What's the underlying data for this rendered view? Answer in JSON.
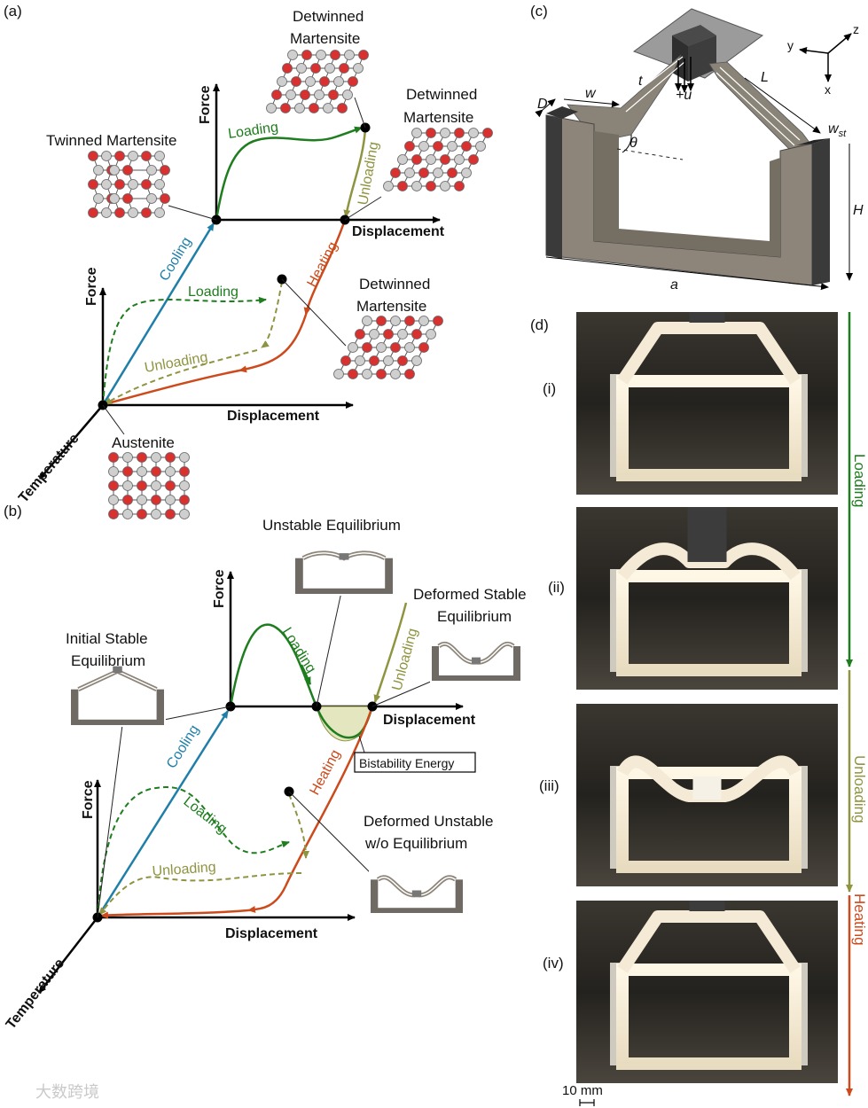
{
  "panels": {
    "a": "(a)",
    "b": "(b)",
    "c": "(c)",
    "d": "(d)"
  },
  "panel_a": {
    "axis_force_top": "Force",
    "axis_force_bottom": "Force",
    "axis_disp_top": "Displacement",
    "axis_disp_bottom": "Displacement",
    "axis_temperature": "Temperature",
    "loading_top": "Loading",
    "unloading_top": "Unloading",
    "loading_bottom": "Loading",
    "unloading_bottom": "Unloading",
    "cooling": "Cooling",
    "heating": "Heating",
    "twinned_martensite": "Twinned Martensite",
    "detwinned_1_line1": "Detwinned",
    "detwinned_1_line2": "Martensite",
    "detwinned_2_line1": "Detwinned",
    "detwinned_2_line2": "Martensite",
    "detwinned_3_line1": "Detwinned",
    "detwinned_3_line2": "Martensite",
    "austenite": "Austenite"
  },
  "panel_b": {
    "axis_force_top": "Force",
    "axis_force_bottom": "Force",
    "axis_disp_top": "Displacement",
    "axis_disp_bottom": "Displacement",
    "axis_temperature": "Temperature",
    "loading_top": "Loading",
    "unloading_top": "Unloading",
    "loading_bottom": "Loading",
    "unloading_bottom": "Unloading",
    "cooling": "Cooling",
    "heating": "Heating",
    "unstable_eq": "Unstable Equilibrium",
    "initial_line1": "Initial Stable",
    "initial_line2": "Equilibrium",
    "deformed_stable_line1": "Deformed Stable",
    "deformed_stable_line2": "Equilibrium",
    "deformed_unstable_line1": "Deformed Unstable",
    "deformed_unstable_line2": "w/o Equilibrium",
    "bistability": "Bistability Energy"
  },
  "panel_c": {
    "D": "D",
    "w": "w",
    "t": "t",
    "u": "+u",
    "L": "L",
    "theta": "θ",
    "wst": "w",
    "wst_sub": "st",
    "H": "H",
    "a": "a",
    "axis_y": "y",
    "axis_z": "z",
    "axis_x": "x"
  },
  "panel_d": {
    "i": "(i)",
    "ii": "(ii)",
    "iii": "(iii)",
    "iv": "(iv)",
    "loading": "Loading",
    "unloading": "Unloading",
    "heating": "Heating",
    "scale": "10 mm"
  },
  "watermark": "大数跨境",
  "colors": {
    "cooling": "#1f7fa8",
    "heating": "#cc4a1c",
    "loading": "#1e7d1e",
    "unloading": "#8f9440",
    "atom_red": "#d93030",
    "atom_gray": "#cfcfcf"
  }
}
